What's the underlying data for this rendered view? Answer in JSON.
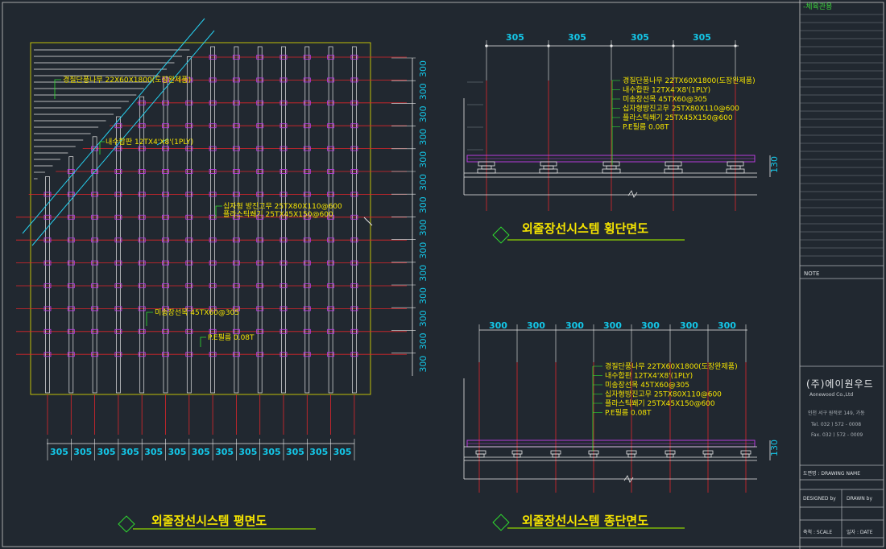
{
  "colors": {
    "background": "#212830",
    "title_underline": "#8fd400",
    "dim_text": "#14c7e8",
    "note_text": "#f5e400",
    "red_line": "#e0262b",
    "blue_line": "#26d0ef",
    "white_line": "#e8e8e8",
    "deck_purple": "#b83cdb",
    "leader_green": "#2fe02f"
  },
  "plan": {
    "title": "외줄장선시스템 평면도",
    "dims_bottom": [
      "305",
      "305",
      "305",
      "305",
      "305",
      "305",
      "305",
      "305",
      "305",
      "305",
      "305",
      "305",
      "305"
    ],
    "dims_right": [
      "300",
      "300",
      "300",
      "300",
      "300",
      "300",
      "300",
      "300",
      "300",
      "300",
      "300",
      "300",
      "300",
      "300"
    ],
    "notes": {
      "n1": "경질단풍나무 22X60X1800(도장완제품)",
      "n2": "내수합판 12TX4'X8'(1PLY)",
      "n3": "십자형 방진고무 25TX80X110@600",
      "n4": "플라스틱쐐기 25TX45X150@600",
      "n5": "미송장선목 45TX60@305",
      "n6": "P.E필름 0.08T"
    }
  },
  "cross": {
    "title": "외줄장선시스템 횡단면도",
    "dims_top": [
      "305",
      "305",
      "305",
      "305"
    ],
    "dim_height": "130",
    "notes": [
      "경질단풍나무 22TX60X1800(도장완제품)",
      "내수합판 12TX4'X8'(1PLY)",
      "미송장선목 45TX60@305",
      "십자형방진고무 25TX80X110@600",
      "플라스틱쐐기 25TX45X150@600",
      "P.E필름 0.08T"
    ]
  },
  "long": {
    "title": "외줄장선시스템 종단면도",
    "dims_top": [
      "300",
      "300",
      "300",
      "300",
      "300",
      "300",
      "300"
    ],
    "dim_height": "130",
    "notes": [
      "경질단풍나무 22TX60X1800(도장완제품)",
      "내수합판 12TX4'X8'(1PLY)",
      "미송장선목 45TX60@305",
      "십자형방진고무 25TX80X110@600",
      "플라스틱쐐기 25TX45X150@600",
      "P.E필름 0.08T"
    ]
  },
  "title_block": {
    "header": "-체육관용",
    "note_label": "NOTE",
    "company": "(주)에이원우드",
    "company_en": "Aonewood Co.,Ltd",
    "address": "인천 서구 원적로 149, 가동",
    "tel": "Tel. 032 ) 572 - 0008",
    "fax": "Fax. 032 ) 572 - 0009",
    "drawing_name": "도면명 : DRAWING NAME",
    "designed": "DESIGNED by",
    "drawn": "DRAWN by",
    "scale": "축척 : SCALE",
    "date": "일자 : DATE"
  }
}
